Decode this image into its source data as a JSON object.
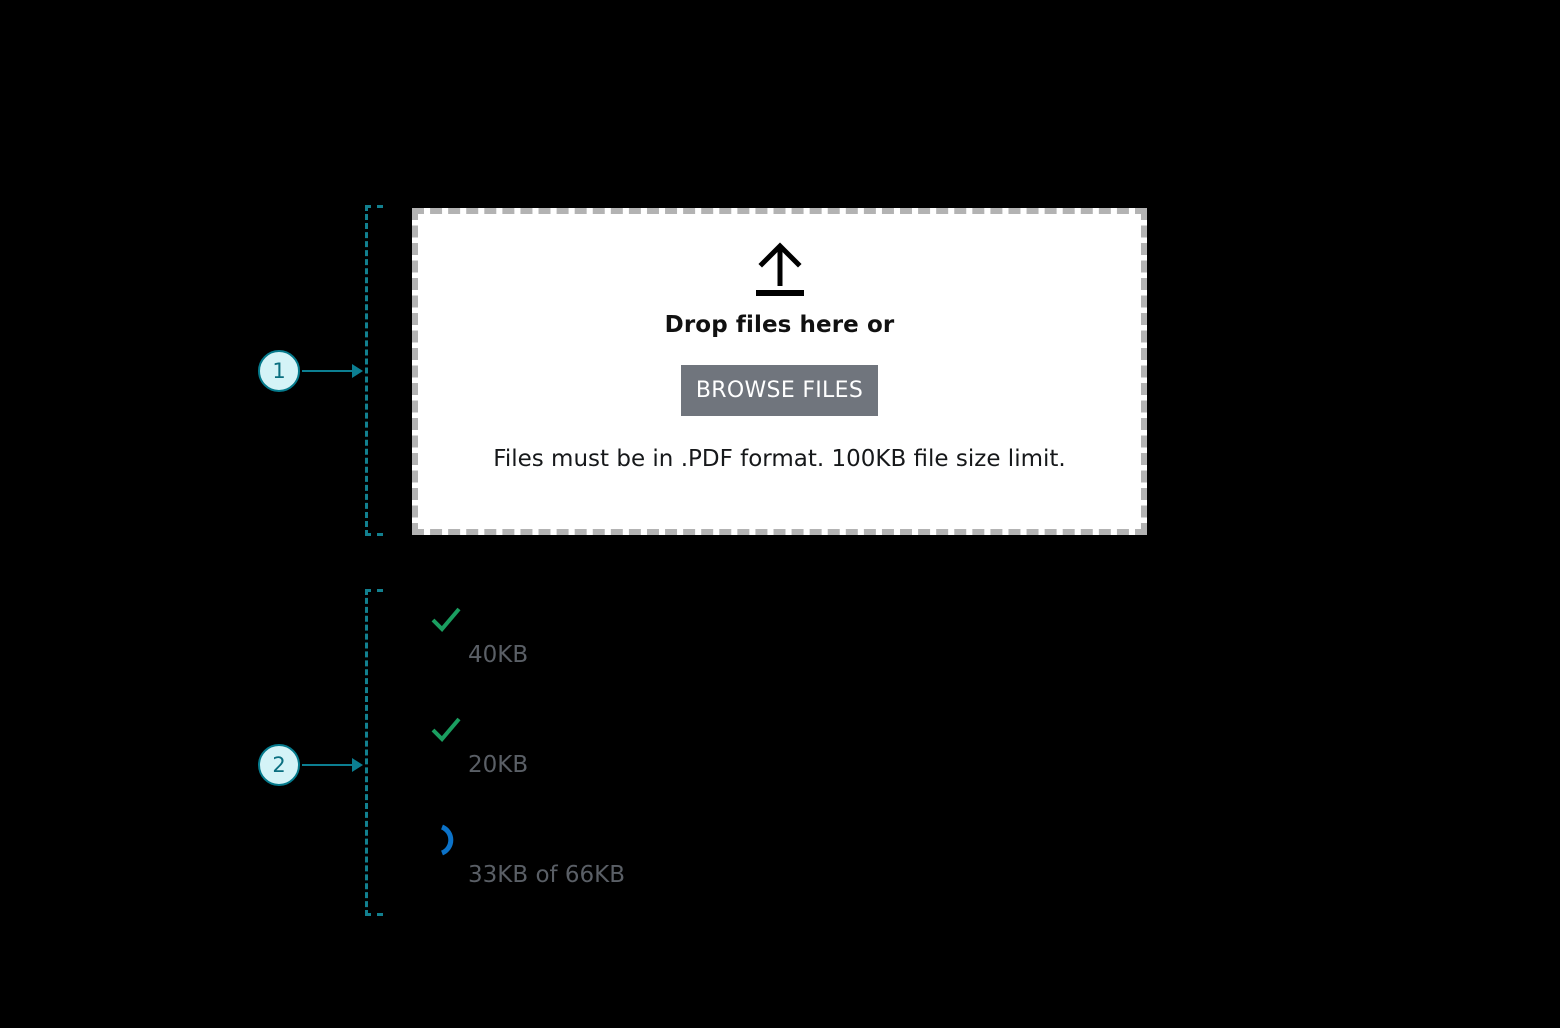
{
  "annotations": [
    {
      "id": "marker-1",
      "label": "1",
      "target": "dropzone"
    },
    {
      "id": "marker-2",
      "label": "2",
      "target": "file-list"
    }
  ],
  "dropzone": {
    "icon": "upload-arrow-icon",
    "title": "Drop files here or",
    "browse_label": "BROWSE FILES",
    "hint": "Files must be in .PDF format. 100KB file size limit."
  },
  "file_list": {
    "items": [
      {
        "status_icon": "check-icon",
        "status": "complete",
        "name": "",
        "meta": "40KB"
      },
      {
        "status_icon": "check-icon",
        "status": "complete",
        "name": "",
        "meta": "20KB"
      },
      {
        "status_icon": "spinner-icon",
        "status": "uploading",
        "name": "",
        "meta": "33KB of 66KB"
      }
    ]
  },
  "colors": {
    "background": "#000000",
    "dropzone_fill": "#ffffff",
    "dropzone_border": "#b3b3b3",
    "browse_button": "#70757d",
    "annotation": "#0c7f92",
    "annotation_fill": "#d4f3f7",
    "success": "#1a9e60",
    "progress": "#0b72c8",
    "meta_text": "#5a5f66"
  }
}
